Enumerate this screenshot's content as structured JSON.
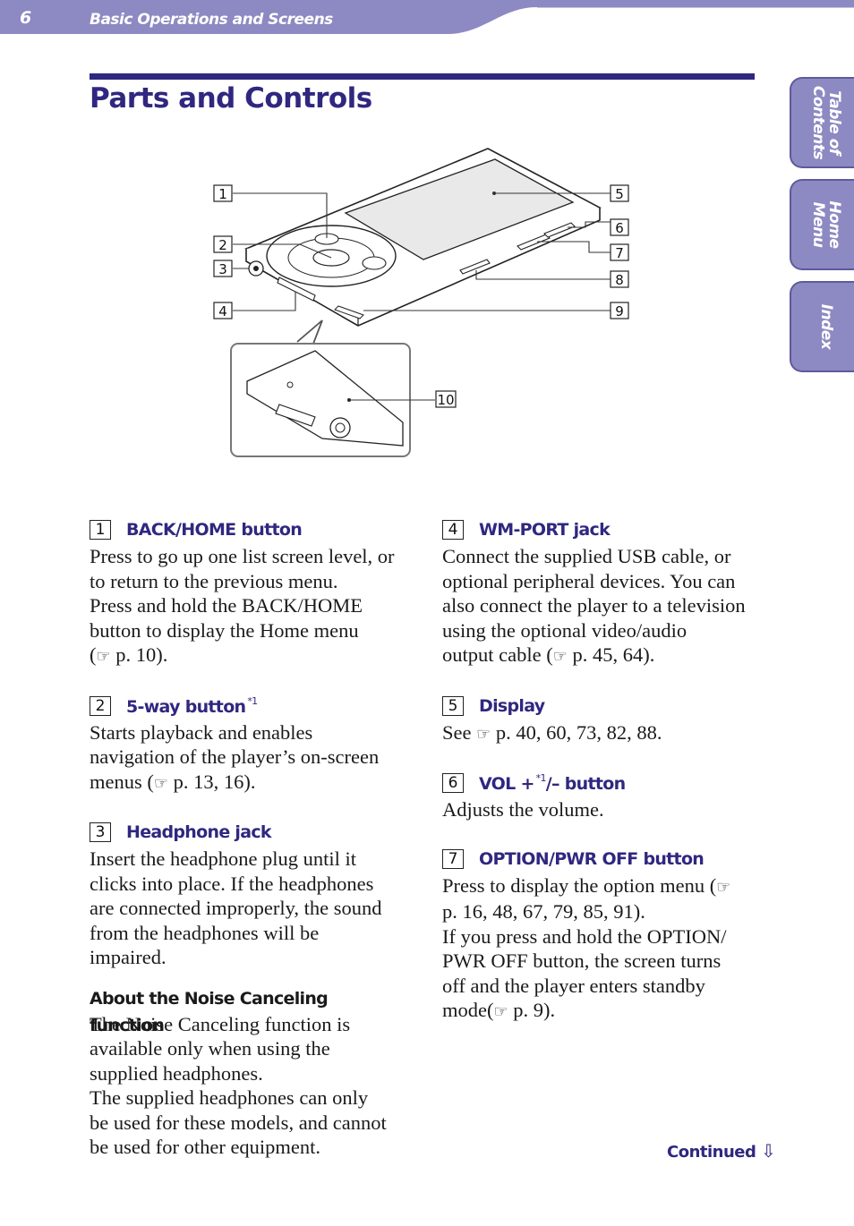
{
  "header": {
    "page_number": "6",
    "section_title": "Basic Operations and Screens"
  },
  "page_title": "Parts and Controls",
  "side_tabs": [
    {
      "label": "Table of\nContents"
    },
    {
      "label": "Home\nMenu"
    },
    {
      "label": "Index"
    }
  ],
  "diagram": {
    "callouts": [
      "1",
      "2",
      "3",
      "4",
      "5",
      "6",
      "7",
      "8",
      "9",
      "10"
    ]
  },
  "items": {
    "item1": {
      "num": "1",
      "title": "BACK/HOME button",
      "lines": [
        "Press to go up one list screen level, or",
        "to return to the previous menu.",
        "Press and hold the BACK/HOME",
        "button to display the Home menu",
        "p. 10)."
      ],
      "prefix_last": "("
    },
    "item2": {
      "num": "2",
      "title": "5-way button",
      "sup": "*1",
      "lines": [
        "Starts playback and enables",
        "navigation of the player’s on-screen",
        "p. 13, 16)."
      ],
      "prefix_last": "menus ("
    },
    "item3": {
      "num": "3",
      "title": "Headphone jack",
      "lines": [
        "Insert the headphone plug until it",
        "clicks into place. If the headphones",
        "are connected improperly, the sound",
        "from the headphones will be",
        "impaired."
      ]
    },
    "noise": {
      "title": "About the Noise Canceling function",
      "lines": [
        "The Noise Canceling function is",
        "available only when using the",
        "supplied headphones.",
        "The supplied headphones can only",
        "be used for these models, and cannot",
        "be used for other equipment."
      ]
    },
    "item4": {
      "num": "4",
      "title": "WM-PORT jack",
      "lines": [
        "Connect the supplied USB cable, or",
        "optional peripheral devices. You can",
        "also connect the player to a television",
        "using the optional video/audio",
        "p. 45, 64)."
      ],
      "prefix_last": "output cable ("
    },
    "item5": {
      "num": "5",
      "title": "Display",
      "prefix": "See",
      "text": "p. 40, 60, 73, 82, 88."
    },
    "item6": {
      "num": "6",
      "title": "VOL +",
      "sup": "*1",
      "title_after": "/– button",
      "text": "Adjusts the volume."
    },
    "item7": {
      "num": "7",
      "title": "OPTION/PWR OFF button",
      "first_line": "Press to display the option menu (",
      "lines": [
        "p. 16, 48, 67, 79, 85, 91).",
        "If you press and hold the OPTION/",
        "PWR OFF button, the screen turns",
        "off and the player enters standby",
        "p. 9)."
      ],
      "prefix_last": "mode("
    }
  },
  "continued": "Continued",
  "icons": {
    "reference": "pointing-hand-icon",
    "continued": "down-arrow-icon"
  },
  "colors": {
    "accent": "#302780",
    "header_band": "#8d89c2",
    "tab": "#8d89c2"
  }
}
